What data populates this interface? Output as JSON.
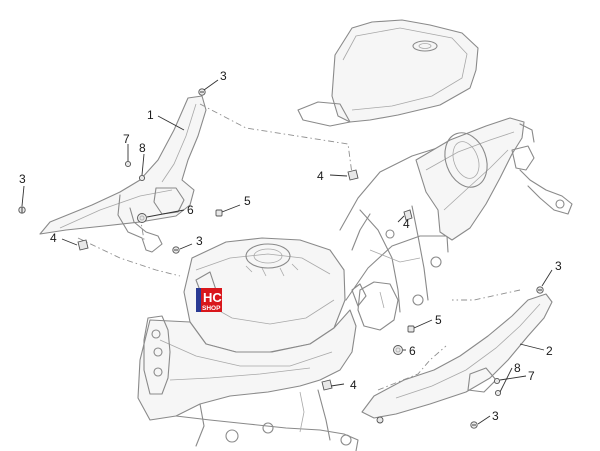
{
  "logo": {
    "line1": "HC",
    "line2": "SHOP",
    "colors": {
      "primary": "#d9161b",
      "secondary": "#2a3a93",
      "text": "#ffffff"
    }
  },
  "callouts": [
    {
      "id": "c1",
      "label": "1"
    },
    {
      "id": "c2",
      "label": "2"
    },
    {
      "id": "c3a",
      "label": "3"
    },
    {
      "id": "c3b",
      "label": "3"
    },
    {
      "id": "c3c",
      "label": "3"
    },
    {
      "id": "c3d",
      "label": "3"
    },
    {
      "id": "c3e",
      "label": "3"
    },
    {
      "id": "c4a",
      "label": "4"
    },
    {
      "id": "c4b",
      "label": "4"
    },
    {
      "id": "c4c",
      "label": "4"
    },
    {
      "id": "c4d",
      "label": "4"
    },
    {
      "id": "c5a",
      "label": "5"
    },
    {
      "id": "c5b",
      "label": "5"
    },
    {
      "id": "c6a",
      "label": "6"
    },
    {
      "id": "c6b",
      "label": "6"
    },
    {
      "id": "c7a",
      "label": "7"
    },
    {
      "id": "c7b",
      "label": "7"
    },
    {
      "id": "c8a",
      "label": "8"
    },
    {
      "id": "c8b",
      "label": "8"
    }
  ]
}
